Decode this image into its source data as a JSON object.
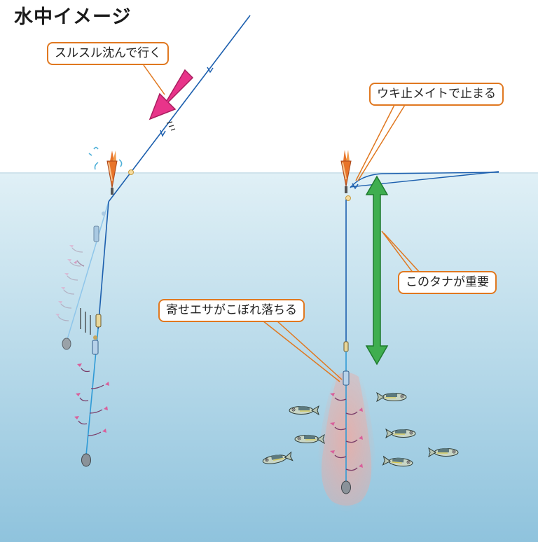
{
  "title": "水中イメージ",
  "callouts": {
    "sinking": "スルスル沈んで行く",
    "stopper": "ウキ止メイトで止まる",
    "depth": "このタナが重要",
    "chum": "寄せエサがこぼれ落ちる"
  },
  "colors": {
    "water_top": "#d7ecf4",
    "water_bottom": "#93c7e0",
    "line": "#1c5fae",
    "callout_border": "#e07820",
    "pink_arrow": "#e8348a",
    "green_arrow": "#3fae4f",
    "float": "#e8742a",
    "chum_cloud": "#f1a9a0"
  },
  "icons": [
    "float-icon",
    "sinker-icon",
    "fish-icon",
    "hook-icon",
    "swivel-icon",
    "sinking-arrow-icon",
    "depth-arrow-icon"
  ]
}
